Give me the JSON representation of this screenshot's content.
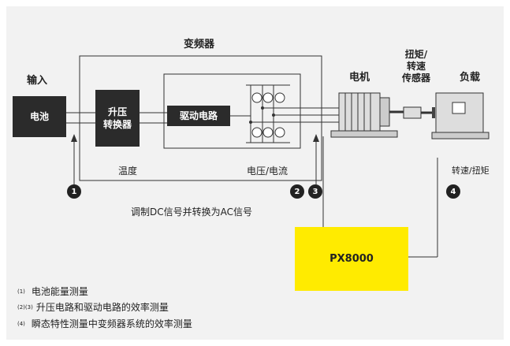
{
  "title": "变频器",
  "input_label": "输入",
  "battery": "电池",
  "boost_line1": "升压",
  "boost_line2": "转换器",
  "drive_circuit": "驱动电路",
  "motor": "电机",
  "torque_sensor": [
    "扭矩/",
    "转速",
    "传感器"
  ],
  "load": "负载",
  "temperature": "温度",
  "voltage_current": "电压/电流",
  "speed_torque": "转速/扭矩",
  "modulation_note": "调制DC信号并转换为AC信号",
  "instrument": "PX8000",
  "badges": [
    "1",
    "2",
    "3",
    "4"
  ],
  "footnotes": [
    {
      "mark": "(1)",
      "text": "电池能量测量"
    },
    {
      "mark": "(2)(3)",
      "text": "升压电路和驱动电路的效率测量"
    },
    {
      "mark": "(4)",
      "text": "瞬态特性测量中变频器系统的效率测量"
    }
  ],
  "colors": {
    "panel": "#f2f2f2",
    "block": "#2b2b2b",
    "instrument": "#ffeb00",
    "line": "#333333"
  }
}
